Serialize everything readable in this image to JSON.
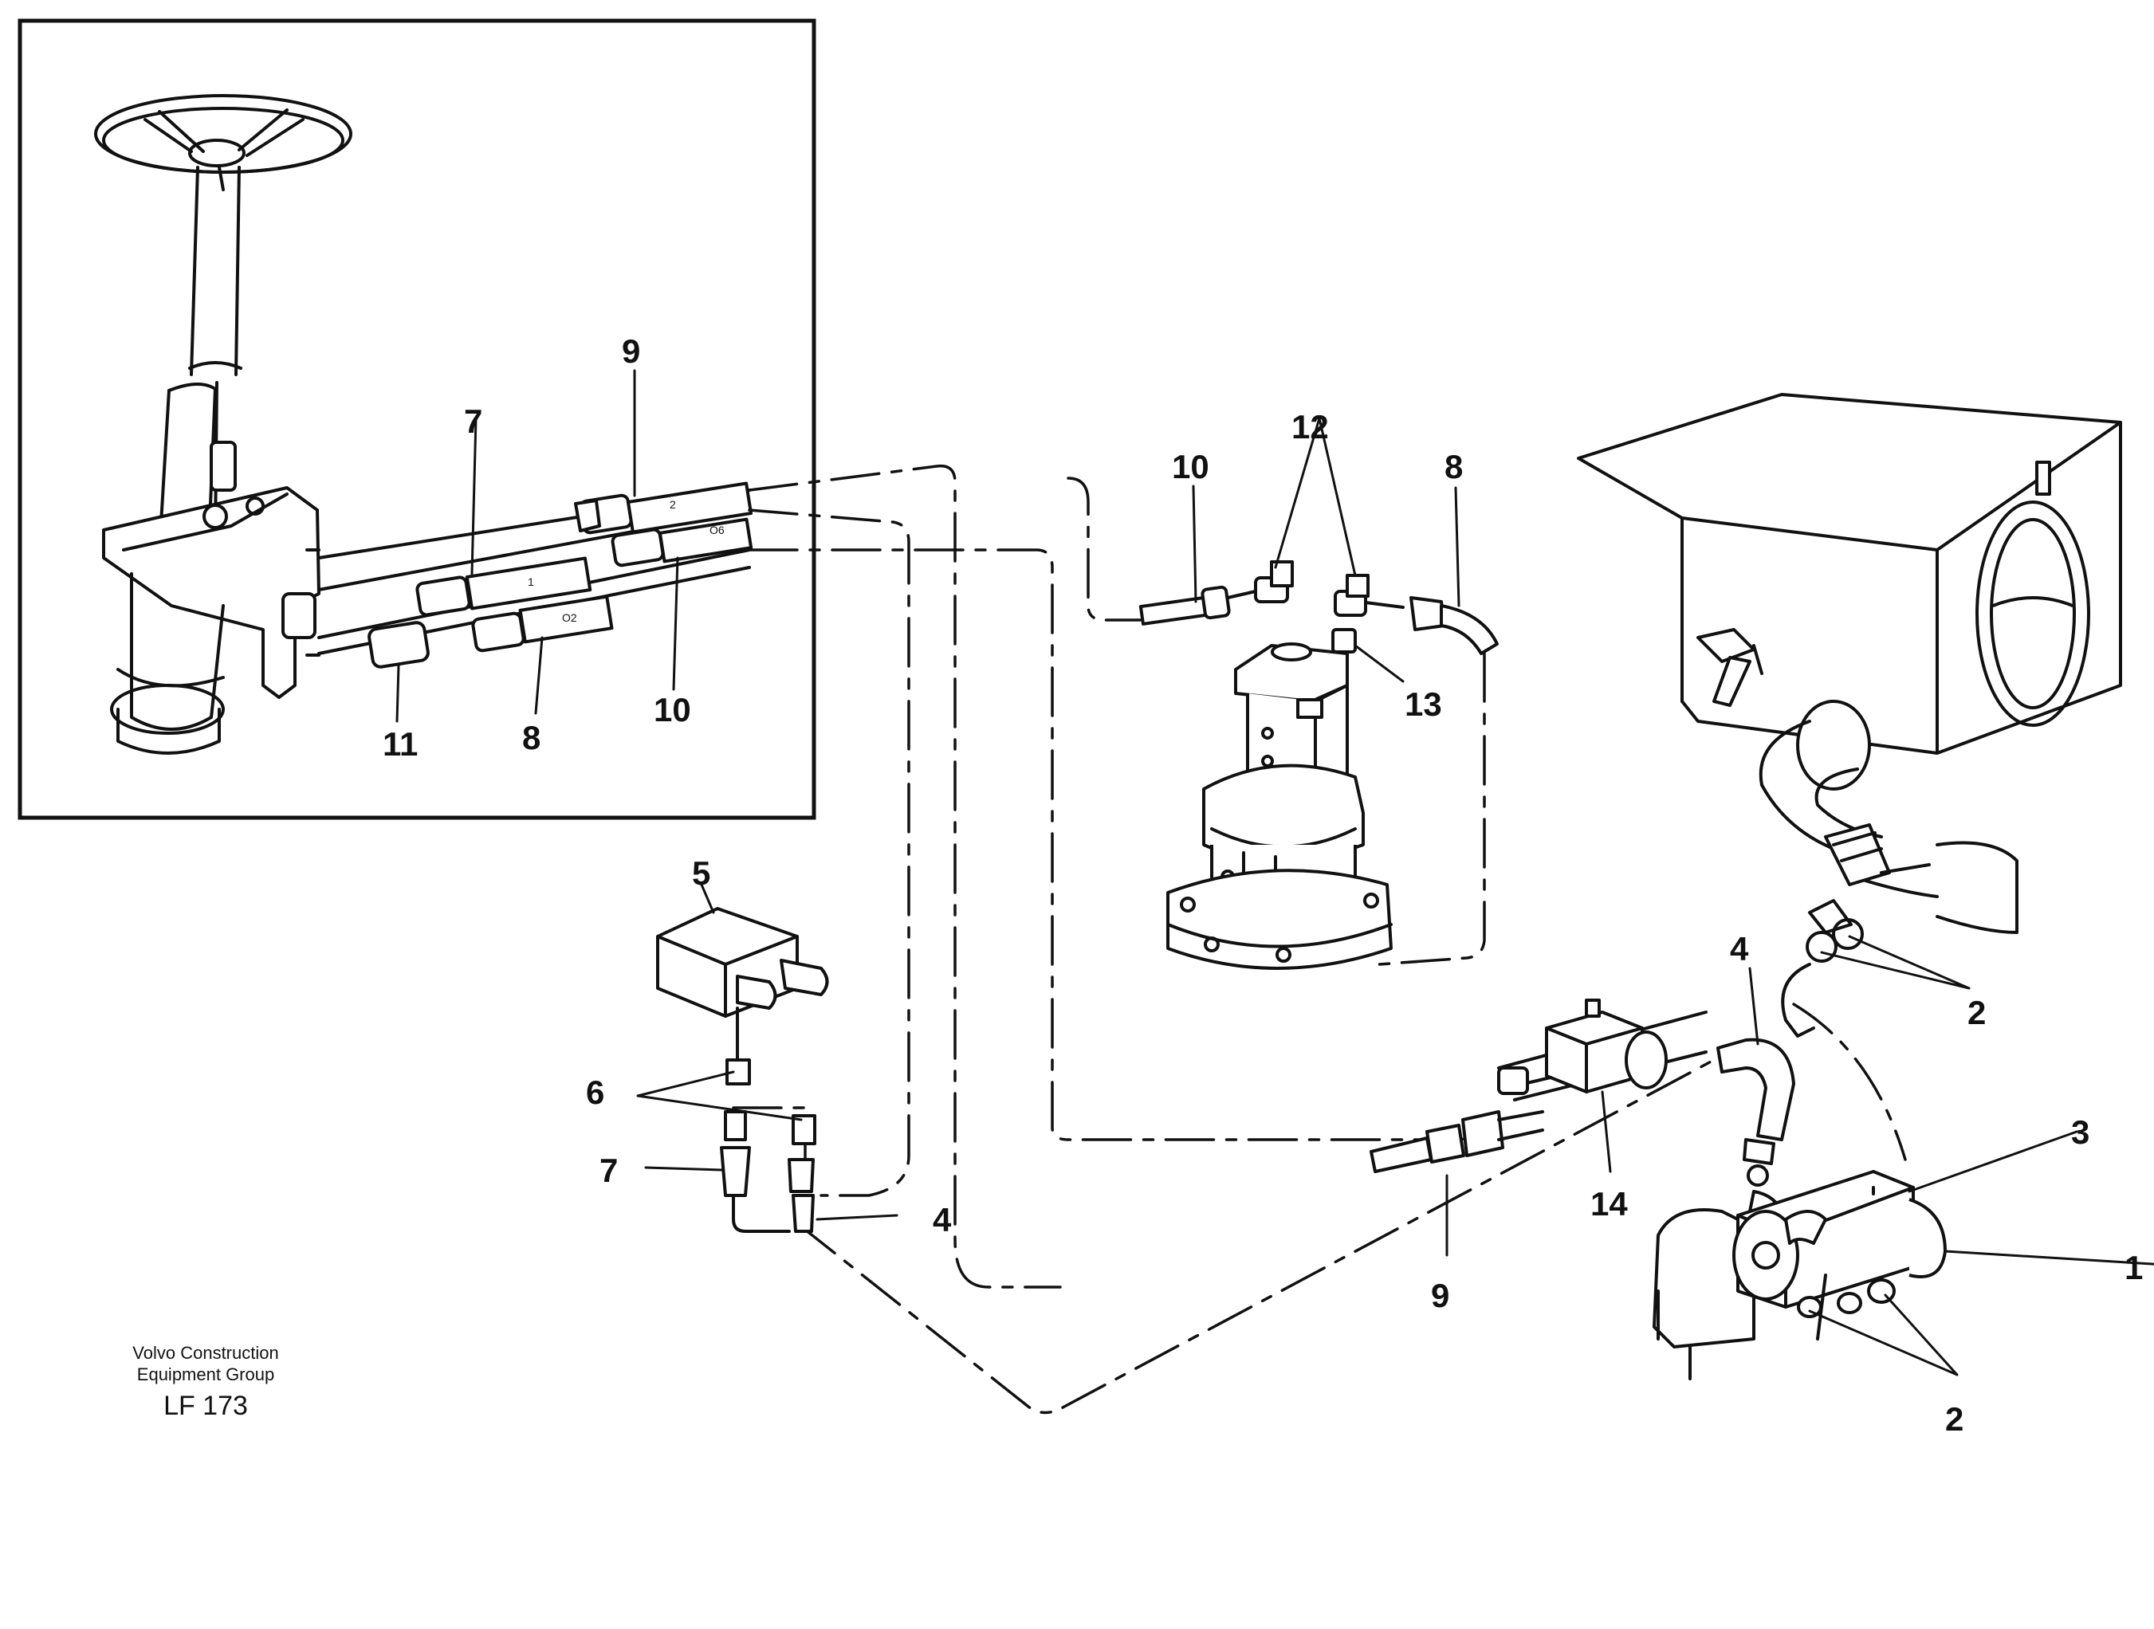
{
  "footer": {
    "company_line1": "Volvo Construction",
    "company_line2": "Equipment Group",
    "figure_code": "LF 173"
  },
  "callouts": {
    "inset_9": "9",
    "inset_7": "7",
    "inset_11": "11",
    "inset_8": "8",
    "inset_10": "10",
    "mid_10": "10",
    "mid_12": "12",
    "mid_8": "8",
    "mid_13": "13",
    "valve_5": "5",
    "fit_6": "6",
    "hose_7": "7",
    "hose_4": "4",
    "hose_4b": "4",
    "clamp_2_top": "2",
    "pump_3": "3",
    "pump_1": "1",
    "clamp_2_bottom": "2",
    "valve_14": "14",
    "hose_9": "9"
  },
  "hose_marks": {
    "m1": "1",
    "m2": "2",
    "m6": "O6",
    "m02": "O2"
  }
}
